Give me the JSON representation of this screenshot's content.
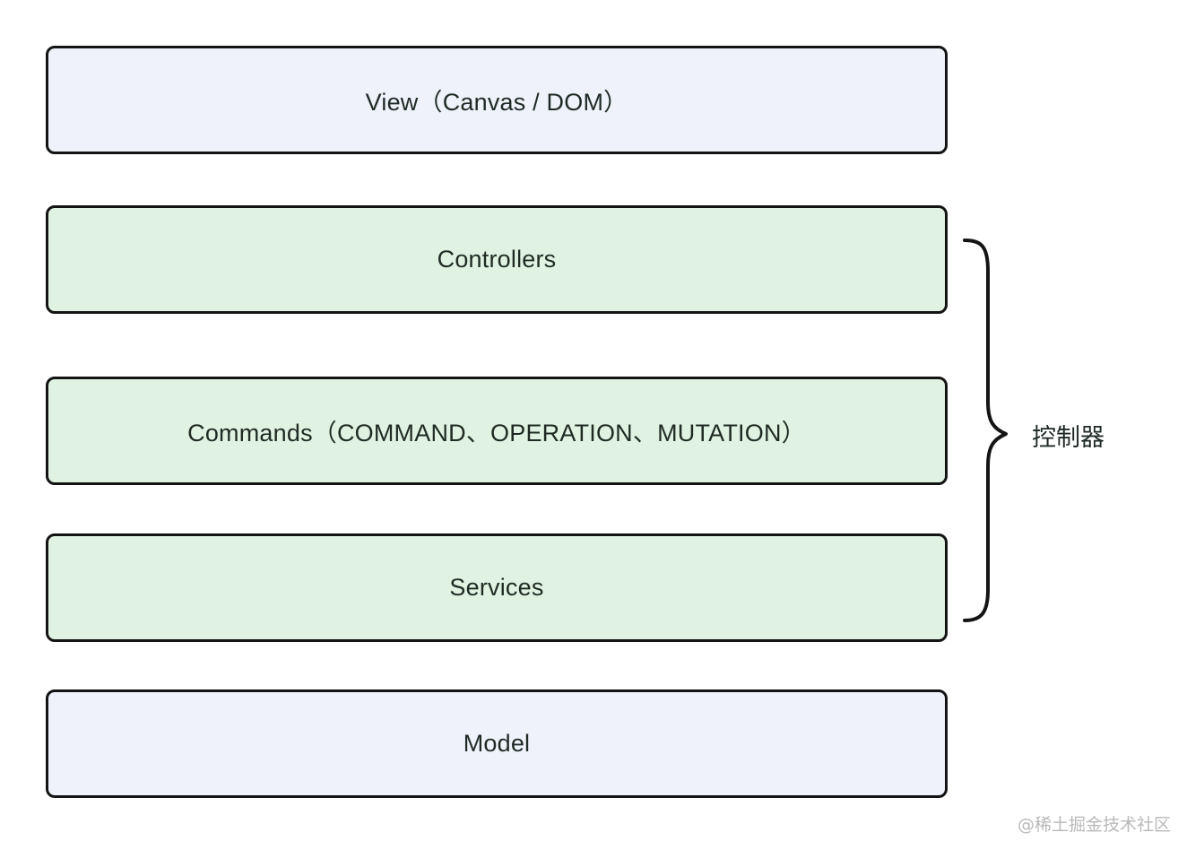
{
  "layers": {
    "view": "View（Canvas / DOM）",
    "controllers": "Controllers",
    "commands": "Commands（COMMAND、OPERATION、MUTATION）",
    "services": "Services",
    "model": "Model"
  },
  "brace_label": "控制器",
  "watermark": "@稀土掘金技术社区",
  "colors": {
    "view_model_fill": "#eff2fa",
    "controller_fill": "#e0f3e2",
    "border": "#141414"
  }
}
